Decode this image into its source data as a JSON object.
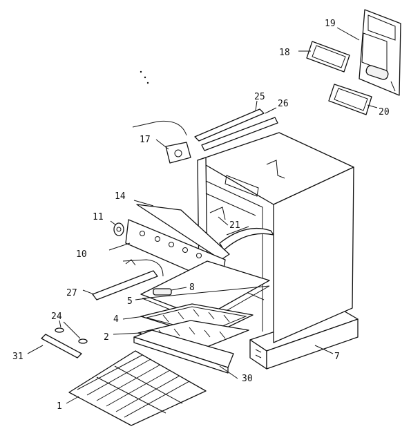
{
  "diagram": {
    "callouts": {
      "c1": "1",
      "c2": "2",
      "c4": "4",
      "c5": "5",
      "c7": "7",
      "c8": "8",
      "c10": "10",
      "c11": "11",
      "c14": "14",
      "c17": "17",
      "c18": "18",
      "c19": "19",
      "c20": "20",
      "c21": "21",
      "c24": "24",
      "c25": "25",
      "c26": "26",
      "c27": "27",
      "c30": "30",
      "c31": "31"
    }
  }
}
